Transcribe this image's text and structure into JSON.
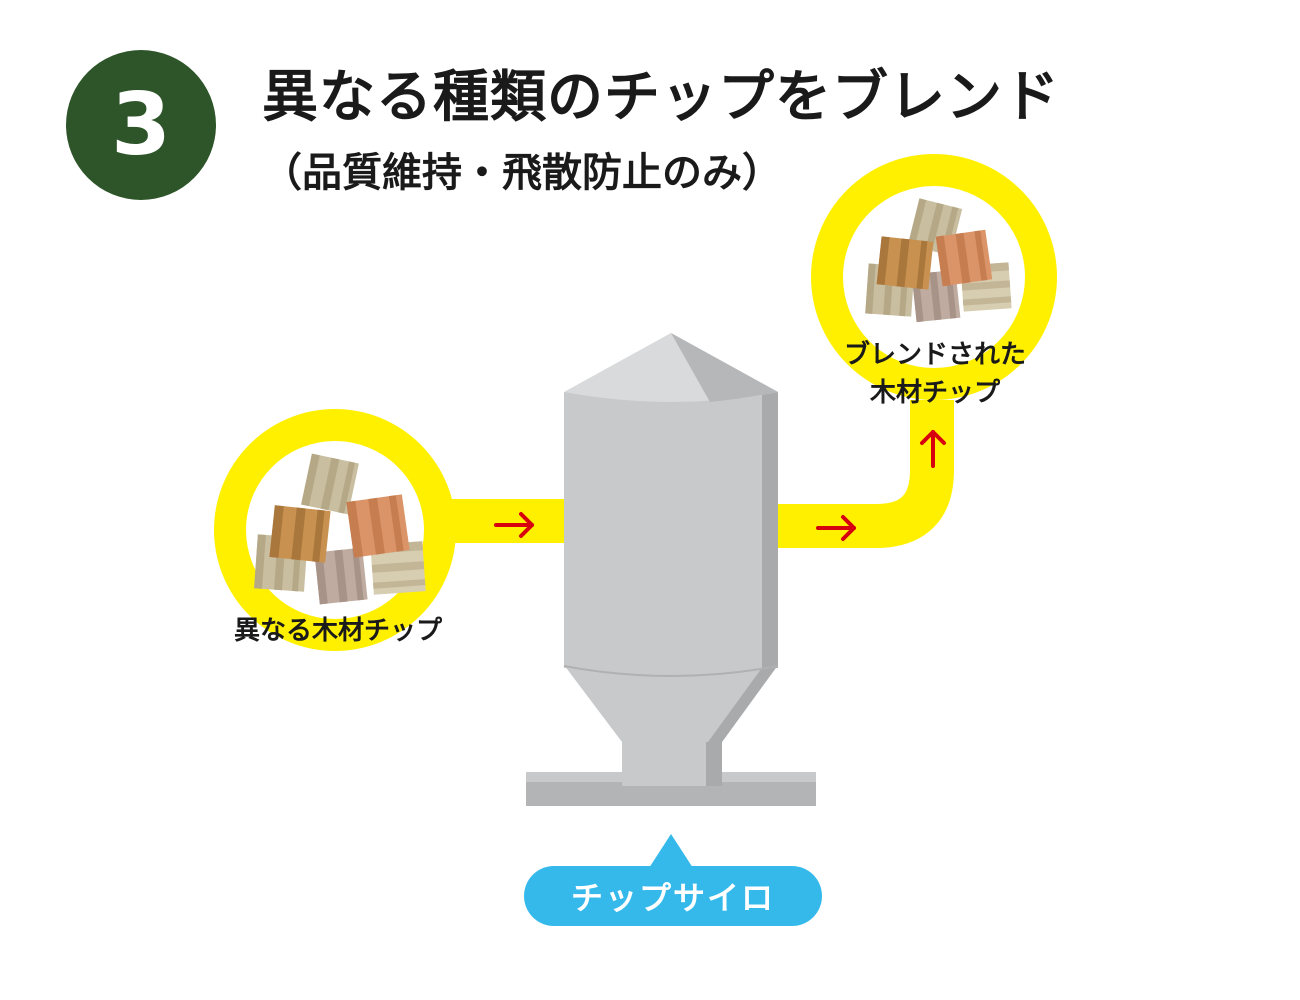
{
  "step": {
    "number": "3"
  },
  "header": {
    "title": "異なる種類のチップをブレンド",
    "subtitle": "（品質維持・飛散防止のみ）"
  },
  "nodes": {
    "input_chips": {
      "label": "異なる木材チップ"
    },
    "output_chips": {
      "label_line1": "ブレンドされた",
      "label_line2": "木材チップ"
    },
    "silo": {
      "label": "チップサイロ"
    }
  },
  "colors": {
    "badge": "#2e552a",
    "flow_path": "#fff000",
    "arrow": "#d7000f",
    "silo_body": "#c8c9ca",
    "silo_shadow": "#a9aaab",
    "silo_top": "#d9dadb",
    "silo_label": "#35b9eb"
  },
  "icons": {
    "flow_arrow": "right-arrow-icon",
    "up_arrow": "up-arrow-icon",
    "chips": "wood-chip-pile-icon",
    "silo": "silo-icon"
  }
}
